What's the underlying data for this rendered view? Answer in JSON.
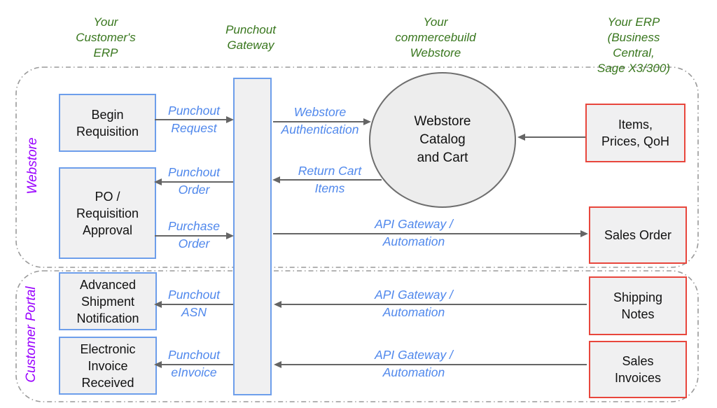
{
  "columns": {
    "customer_erp": {
      "title": "Your\nCustomer's\nERP"
    },
    "punchout_gateway": {
      "title": "Punchout\nGateway"
    },
    "commercebuild": {
      "title": "Your\ncommercebuild\nWebstore"
    },
    "erp": {
      "title": "Your ERP\n(Business Central,\nSage X3/300)"
    }
  },
  "zones": {
    "webstore": {
      "label": "Webstore"
    },
    "customer_portal": {
      "label": "Customer Portal"
    }
  },
  "nodes": {
    "begin_requisition": "Begin\nRequisition",
    "po_approval": "PO /\nRequisition\nApproval",
    "advanced_shipment": "Advanced\nShipment\nNotification",
    "electronic_invoice": "Electronic\nInvoice\nReceived",
    "gateway": "",
    "webstore_catalog": "Webstore\nCatalog\nand Cart",
    "items_prices": "Items,\nPrices, QoH",
    "sales_order": "Sales Order",
    "shipping_notes": "Shipping\nNotes",
    "sales_invoices": "Sales\nInvoices"
  },
  "flows": {
    "punchout_request": "Punchout\nRequest",
    "webstore_authentication": "Webstore\nAuthentication",
    "return_cart_items": "Return Cart\nItems",
    "punchout_order": "Punchout\nOrder",
    "purchase_order": "Purchase\nOrder",
    "api_gateway_sales_order": "API Gateway /\nAutomation",
    "punchout_asn": "Punchout\nASN",
    "api_gateway_shipping": "API Gateway /\nAutomation",
    "punchout_einvoice": "Punchout\neInvoice",
    "api_gateway_invoices": "API Gateway /\nAutomation"
  },
  "colors": {
    "header_green": "#38761d",
    "zone_purple": "#9900ff",
    "flow_blue": "#5088ec",
    "blue_border": "#6d9eeb",
    "red_border": "#e8463c",
    "node_fill": "#f0f0f1",
    "arrow_gray": "#656565",
    "zone_border_gray": "#9a9a9a"
  }
}
